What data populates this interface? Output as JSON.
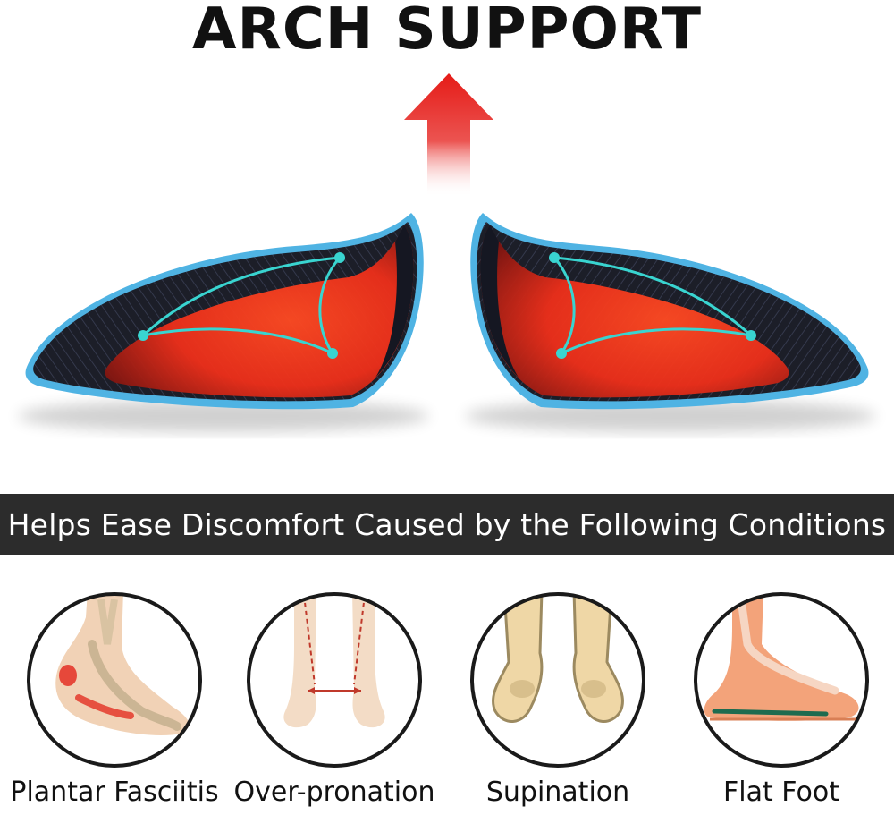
{
  "header": {
    "title": "ARCH SUPPORT"
  },
  "banner": {
    "text": "Helps Ease Discomfort Caused by the Following Conditions"
  },
  "conditions": [
    {
      "label": "Plantar Fasciitis"
    },
    {
      "label": "Over-pronation"
    },
    {
      "label": "Supination"
    },
    {
      "label": "Flat Foot"
    }
  ],
  "colors": {
    "arrow": "#e51b17",
    "insole_red": "#f0361e",
    "insole_dark": "#1d1f2a",
    "insole_edge": "#4fb3e3",
    "accent_line": "#39d4d0",
    "banner_bg": "#2c2c2c"
  }
}
